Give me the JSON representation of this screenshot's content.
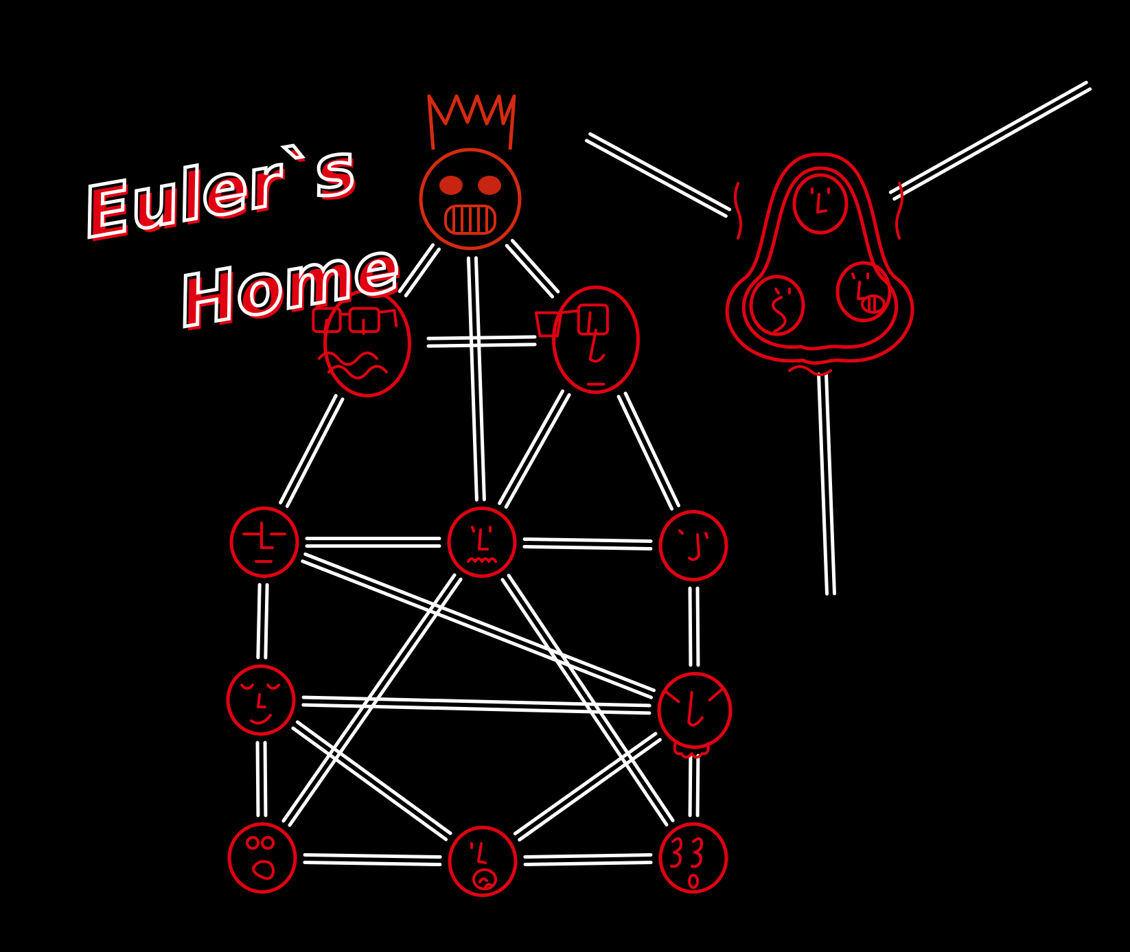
{
  "title": {
    "line1": "Euler`s",
    "line2": "Home"
  },
  "colors": {
    "background": "#000000",
    "edge": "#ffffff",
    "node": "#e00012",
    "king": "#d52b12",
    "king_fill": "#c82412"
  },
  "nodes": [
    {
      "id": "king",
      "kind": "king",
      "face": "king"
    },
    {
      "id": "left-guard",
      "kind": "large",
      "face": "glasses-wavy"
    },
    {
      "id": "right-guard",
      "kind": "large",
      "face": "monocle"
    },
    {
      "id": "mid-left",
      "kind": "small",
      "face": "plain"
    },
    {
      "id": "mid-center",
      "kind": "small",
      "face": "teeth"
    },
    {
      "id": "mid-right",
      "kind": "small",
      "face": "squint"
    },
    {
      "id": "row3-left",
      "kind": "small",
      "face": "sleepy"
    },
    {
      "id": "row3-right",
      "kind": "small",
      "face": "angry"
    },
    {
      "id": "bottom-left",
      "kind": "small",
      "face": "pout"
    },
    {
      "id": "bottom-center",
      "kind": "small",
      "face": "open-mouth"
    },
    {
      "id": "bottom-right",
      "kind": "small",
      "face": "shocked"
    },
    {
      "id": "cluster",
      "kind": "cluster",
      "face": "trio"
    }
  ],
  "edges": [
    [
      "king",
      "left-guard"
    ],
    [
      "king",
      "right-guard"
    ],
    [
      "king",
      "mid-center"
    ],
    [
      "left-guard",
      "right-guard"
    ],
    [
      "left-guard",
      "mid-left"
    ],
    [
      "right-guard",
      "mid-center"
    ],
    [
      "right-guard",
      "mid-right"
    ],
    [
      "mid-left",
      "mid-center"
    ],
    [
      "mid-center",
      "mid-right"
    ],
    [
      "mid-left",
      "row3-left"
    ],
    [
      "mid-left",
      "row3-right"
    ],
    [
      "mid-right",
      "row3-right"
    ],
    [
      "mid-center",
      "bottom-left"
    ],
    [
      "mid-center",
      "bottom-right"
    ],
    [
      "row3-left",
      "row3-right"
    ],
    [
      "row3-left",
      "bottom-left"
    ],
    [
      "row3-left",
      "bottom-center"
    ],
    [
      "row3-right",
      "bottom-center"
    ],
    [
      "row3-right",
      "bottom-right"
    ],
    [
      "bottom-left",
      "bottom-center"
    ],
    [
      "bottom-center",
      "bottom-right"
    ]
  ],
  "dangling_edges": [
    {
      "from": "cluster",
      "direction": "up-left"
    },
    {
      "from": "cluster",
      "direction": "up-right"
    },
    {
      "from": "cluster",
      "direction": "down"
    }
  ]
}
